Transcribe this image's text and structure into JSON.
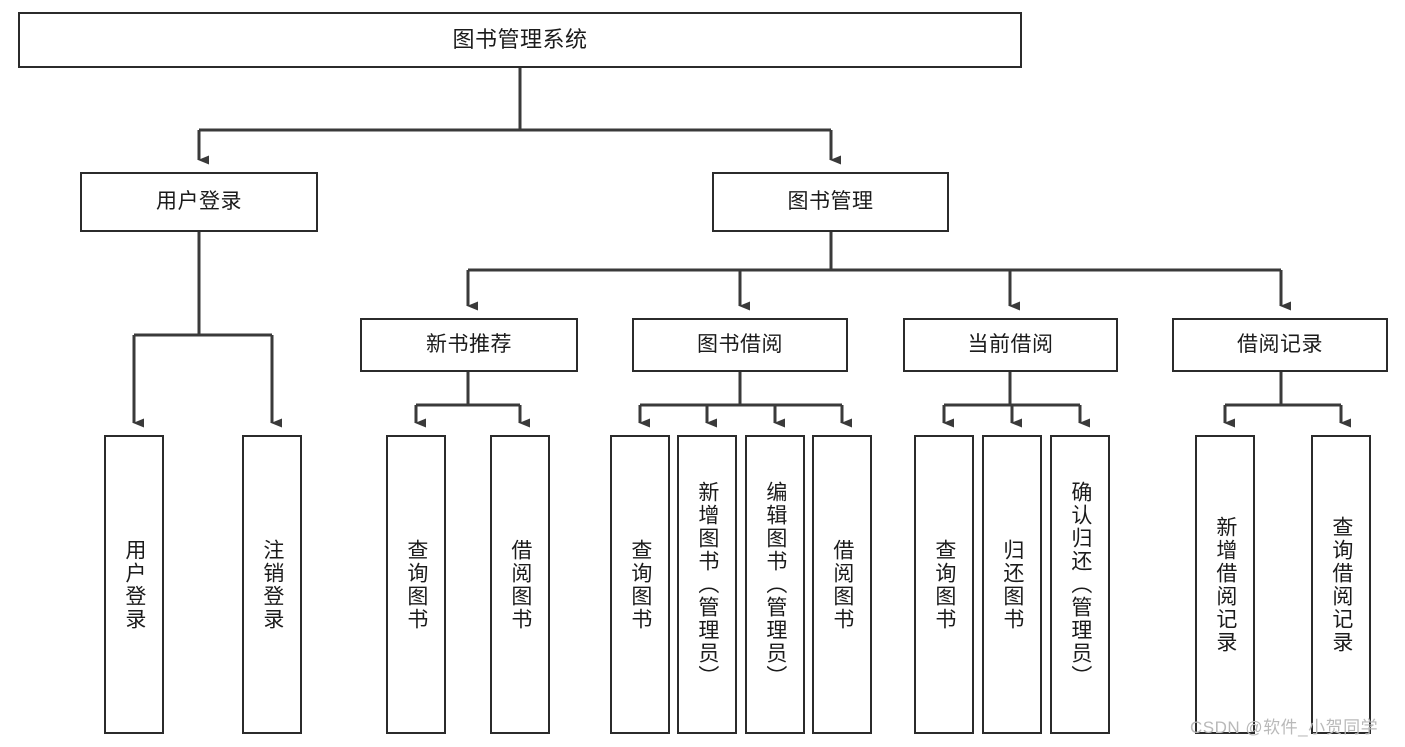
{
  "diagram": {
    "title": "图书管理系统",
    "type": "hierarchy-tree",
    "levels": 4,
    "nodes": {
      "root": {
        "label": "图书管理系统",
        "orientation": "horizontal"
      },
      "l2": [
        {
          "label": "用户登录",
          "orientation": "horizontal"
        },
        {
          "label": "图书管理",
          "orientation": "horizontal"
        }
      ],
      "l3": [
        {
          "label": "新书推荐",
          "orientation": "horizontal"
        },
        {
          "label": "图书借阅",
          "orientation": "horizontal"
        },
        {
          "label": "当前借阅",
          "orientation": "horizontal"
        },
        {
          "label": "借阅记录",
          "orientation": "horizontal"
        }
      ],
      "leaves_user_login": [
        {
          "label": "用户登录",
          "orientation": "vertical"
        },
        {
          "label": "注销登录",
          "orientation": "vertical"
        }
      ],
      "leaves_new_book": [
        {
          "label": "查询图书",
          "orientation": "vertical"
        },
        {
          "label": "借阅图书",
          "orientation": "vertical"
        }
      ],
      "leaves_book_borrow": [
        {
          "label": "查询图书",
          "orientation": "vertical"
        },
        {
          "label": "新增图书（管理员）",
          "orientation": "vertical"
        },
        {
          "label": "编辑图书（管理员）",
          "orientation": "vertical"
        },
        {
          "label": "借阅图书",
          "orientation": "vertical"
        }
      ],
      "leaves_current_borrow": [
        {
          "label": "查询图书",
          "orientation": "vertical"
        },
        {
          "label": "归还图书",
          "orientation": "vertical"
        },
        {
          "label": "确认归还（管理员）",
          "orientation": "vertical"
        }
      ],
      "leaves_borrow_record": [
        {
          "label": "新增借阅记录",
          "orientation": "vertical"
        },
        {
          "label": "查询借阅记录",
          "orientation": "vertical"
        }
      ]
    },
    "watermark": "CSDN @软件_小贺同学",
    "colors": {
      "background": "#ffffff",
      "box_border": "#2b2b2b",
      "connector": "#3a3a3a",
      "text": "#1b1b1b",
      "watermark": "#b9b9b9"
    }
  }
}
